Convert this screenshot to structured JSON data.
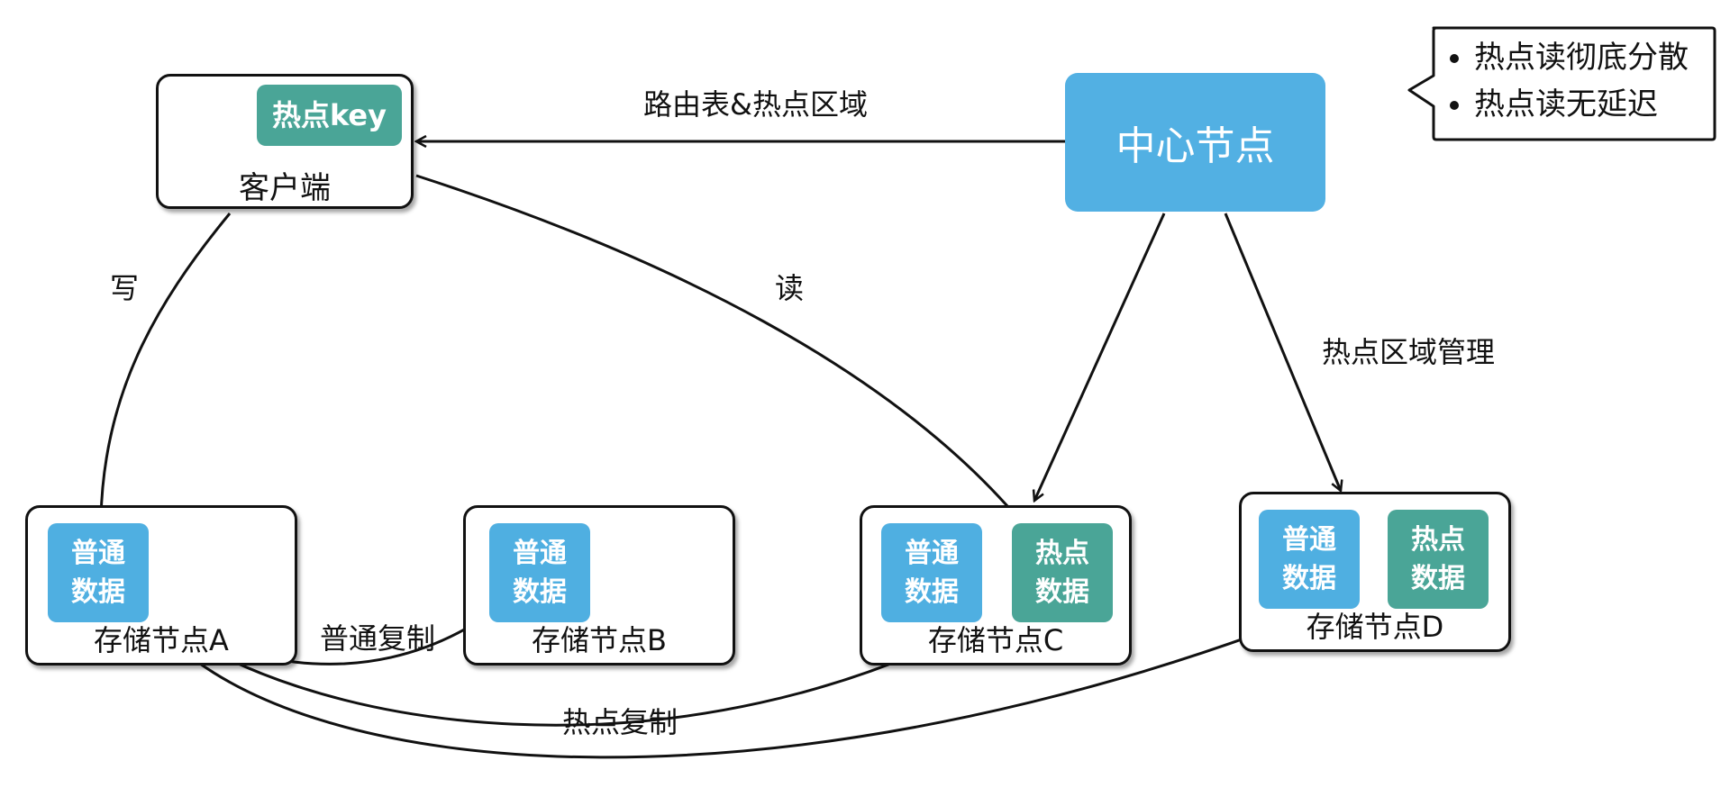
{
  "client": {
    "label": "客户端",
    "hot_key": "热点key"
  },
  "center_node": {
    "label": "中心节点"
  },
  "callout": {
    "items": [
      "热点读彻底分散",
      "热点读无延迟"
    ]
  },
  "storage_nodes": [
    {
      "label": "存储节点A",
      "normal": "普通\n数据"
    },
    {
      "label": "存储节点B",
      "normal": "普通\n数据"
    },
    {
      "label": "存储节点C",
      "normal": "普通\n数据",
      "hot": "热点\n数据"
    },
    {
      "label": "存储节点D",
      "normal": "普通\n数据",
      "hot": "热点\n数据"
    }
  ],
  "edge_labels": {
    "routing": "路由表&热点区域",
    "write": "写",
    "read": "读",
    "hot_region_mgmt": "热点区域管理",
    "normal_replication": "普通复制",
    "hot_replication": "热点复制"
  },
  "colors": {
    "blue": "#4fafe1",
    "green": "#4aa597",
    "center": "#52b0e3",
    "line": "#111111"
  }
}
